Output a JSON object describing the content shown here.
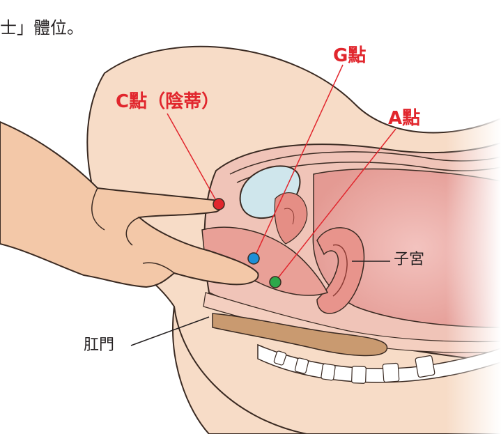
{
  "caption_fragment": "士」體位。",
  "labels": {
    "g_spot": "G點",
    "c_spot": "C點（陰蒂）",
    "a_spot": "A點",
    "uterus": "子宮",
    "anus": "肛門"
  },
  "colors": {
    "label_red": "#e1262d",
    "marker_red": "#e1262d",
    "marker_blue": "#1e8fd6",
    "marker_green": "#2ea84a",
    "leader_line": "#231f20"
  }
}
